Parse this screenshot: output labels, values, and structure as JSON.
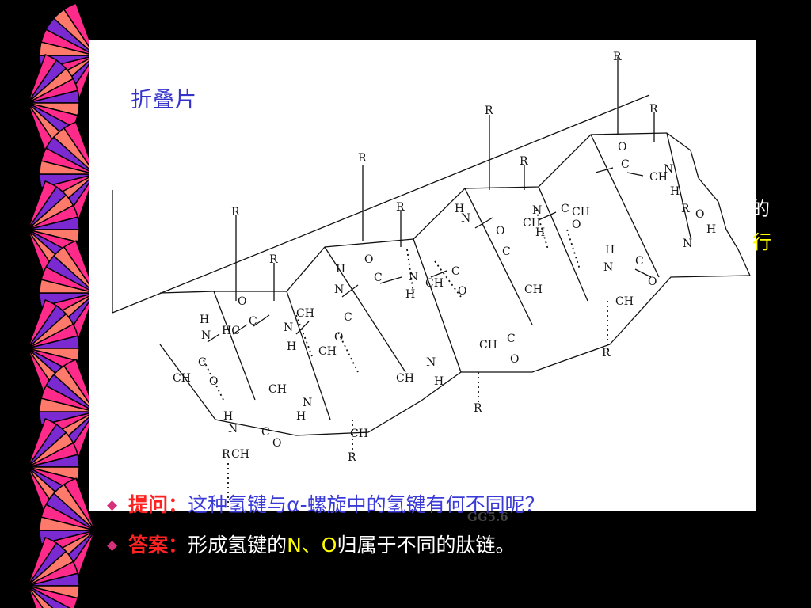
{
  "panel_title": "折叠片",
  "figure_label": "GG5.6",
  "edge_text_1": "的",
  "edge_text_2": "行",
  "question": {
    "label": "提问：",
    "text": "这种氢键与α-螺旋中的氢键有何不同呢？"
  },
  "answer": {
    "label": "答案：",
    "pre": "形成氢键的",
    "atoms": "N、O",
    "post": "归属于不同的肽链。"
  },
  "diagram_labels": {
    "r": "R",
    "ch": "CH",
    "hc": "HC",
    "c": "C",
    "o": "O",
    "n": "N",
    "h": "H"
  },
  "colors": {
    "background": "#000000",
    "title": "#3333cc",
    "label": "#ff2222",
    "question": "#3a3ad8",
    "answer": "#ffffff",
    "highlight": "#ffff00",
    "fan_pink": "#ff2a8a",
    "fan_purple": "#7a2ad0",
    "fan_salmon": "#ff7a6a"
  }
}
